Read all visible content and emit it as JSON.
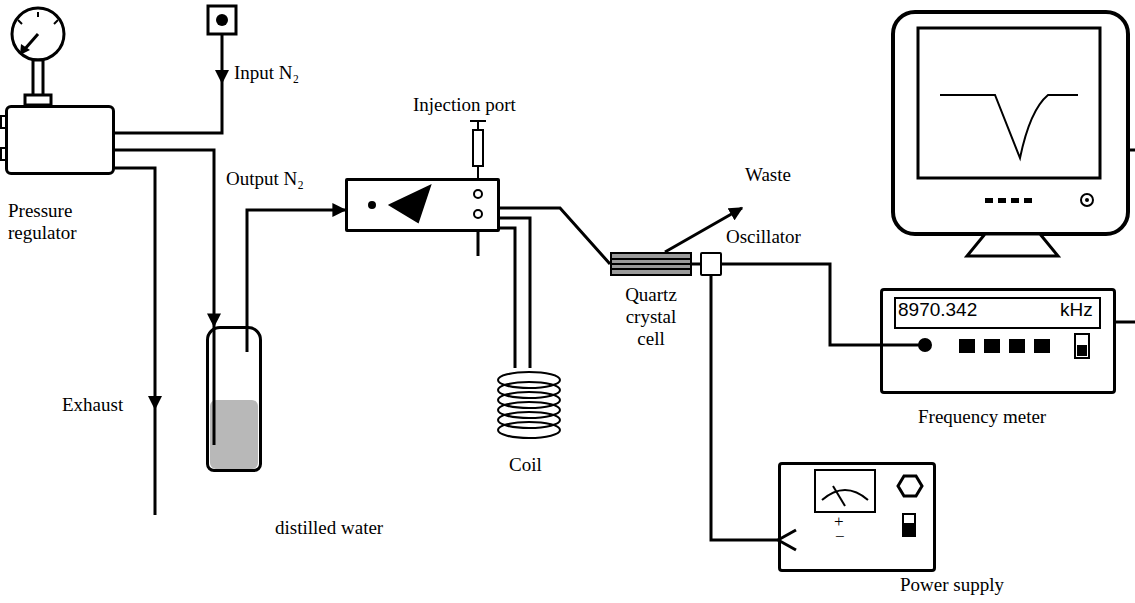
{
  "diagram": {
    "nodes": [
      {
        "text": [
          "Pressure regulator"
        ]
      },
      {
        "text": [
          "distilled water"
        ]
      },
      {
        "text": [
          "Injection port"
        ]
      },
      {
        "text": [
          "Coil"
        ]
      },
      {
        "text": [
          "Quartz crystal cell"
        ]
      },
      {
        "text": [
          "Oscillator"
        ]
      },
      {
        "text": [
          "8970.342",
          "kHz",
          "Frequency meter"
        ]
      },
      {
        "text": [
          "+",
          "−",
          "Power supply"
        ]
      }
    ],
    "edges": [
      {
        "from": 0,
        "to": 1,
        "arrow": "to"
      },
      {
        "from": 1,
        "to": 2,
        "arrow": "to"
      },
      {
        "from": 2,
        "to": 3,
        "arrow": "none"
      },
      {
        "from": 2,
        "to": 4,
        "arrow": "none"
      },
      {
        "from": 4,
        "to": 5,
        "arrow": "none"
      },
      {
        "from": 5,
        "to": 6,
        "arrow": "none"
      },
      {
        "from": 5,
        "to": 7,
        "arrow": "none"
      }
    ],
    "labels": [
      "Input N₂",
      "Output N₂",
      "Exhaust",
      "Waste"
    ]
  }
}
